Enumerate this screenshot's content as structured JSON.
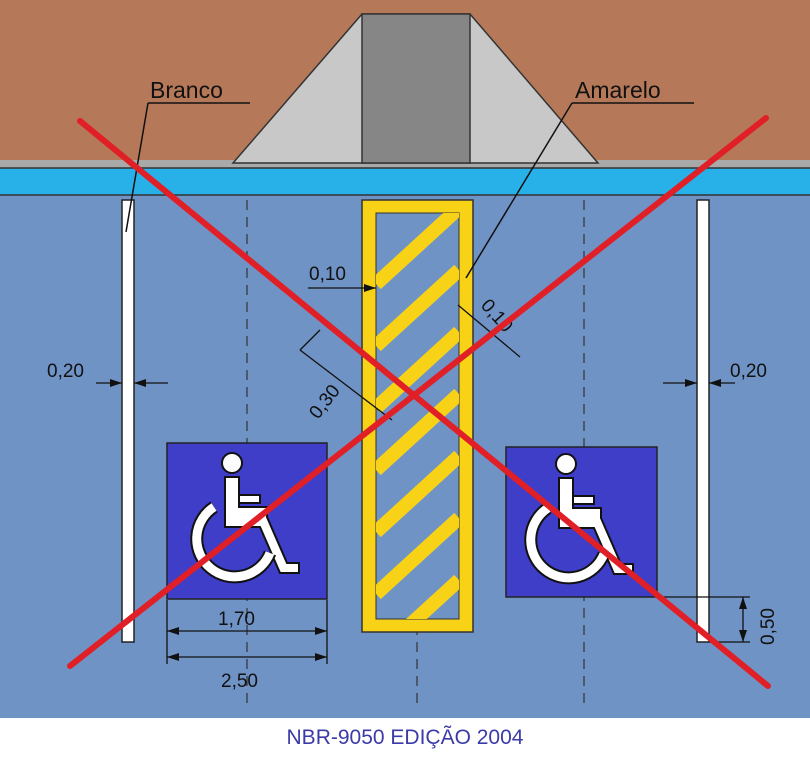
{
  "labels": {
    "white": "Branco",
    "yellow": "Amarelo"
  },
  "dimensions": {
    "stripe_width": "0,10",
    "border_width": "0,10",
    "hatch_spacing": "0,30",
    "left_line_width": "0,20",
    "right_line_width": "0,20",
    "symbol_side": "1,70",
    "space_width": "2,50",
    "symbol_offset": "0,50"
  },
  "caption": "NBR-9050 EDIÇÃO 2004",
  "colors": {
    "curb": "#b5795a",
    "pavement": "#7093c6",
    "curb_edge": "#28b1e8",
    "ramp": "#c8c8c8",
    "ramp_center": "#868686",
    "yellow_hatch": "#f7d216",
    "symbol_bg": "#3e3ec9",
    "cross": "#e01f26",
    "caption": "#3b3ba8"
  },
  "icons": [
    "wheelchair-icon",
    "wheelchair-icon"
  ]
}
